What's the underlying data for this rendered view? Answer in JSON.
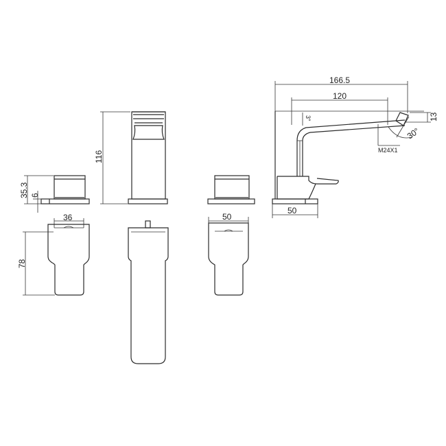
{
  "drawing": {
    "type": "technical drawing",
    "subject": "3-hole basin mixer tap",
    "line_color": "#2a2a2a",
    "background": "#ffffff"
  },
  "dimensions": {
    "spout_reach_total": "166.5",
    "spout_reach_inner": "120",
    "spout_angle_small": "3°",
    "spout_tip_height": "13",
    "spout_tip_angle": "30°",
    "thread_spec": "M24X1",
    "spout_base_width": "50",
    "spout_body_height": "116",
    "handle_height": "35.3",
    "handle_base_plate": "6",
    "handle_plan_width_left": "36",
    "handle_plan_length": "78",
    "handle_plan_width_right": "50"
  }
}
